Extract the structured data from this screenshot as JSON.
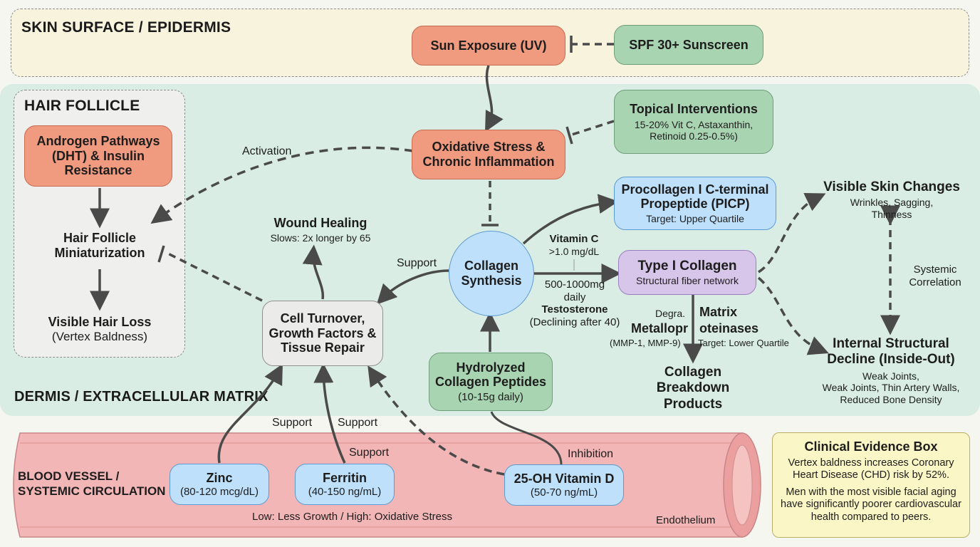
{
  "zones": {
    "epidermis": "SKIN SURFACE / EPIDERMIS",
    "hair_follicle": "HAIR FOLLICLE",
    "dermis": "DERMIS / EXTRACELLULAR MATRIX",
    "blood_vessel_line1": "BLOOD VESSEL /",
    "blood_vessel_line2": "SYSTEMIC CIRCULATION"
  },
  "nodes": {
    "sun": "Sun Exposure (UV)",
    "spf": "SPF 30+ Sunscreen",
    "topical_title": "Topical Interventions",
    "topical_line1": "15-20% Vit C, Astaxanthin,",
    "topical_line2": "Retinoid 0.25-0.5%)",
    "oxidative_line1": "Oxidative Stress &",
    "oxidative_line2": "Chronic Inflammation",
    "androgen_line1": "Androgen Pathways",
    "androgen_line2": "(DHT) & Insulin",
    "androgen_line3": "Resistance",
    "miniaturization_line1": "Hair Follicle",
    "miniaturization_line2": "Miniaturization",
    "hairloss_title": "Visible Hair Loss",
    "hairloss_sub": "(Vertex Baldness)",
    "picp_line1": "Procollagen I C-terminal",
    "picp_line2": "Propeptide (PICP)",
    "picp_sub": "Target: Upper Quartile",
    "visible_skin_title": "Visible Skin Changes",
    "visible_skin_line1": "Wrinkles, Sagging,",
    "visible_skin_line2": "Thinness",
    "wound_title": "Wound Healing",
    "wound_sub": "Slows: 2x longer by 65",
    "collagen_line1": "Collagen",
    "collagen_line2": "Synthesis",
    "vitc_title": "Vitamin C",
    "vitc_sub": ">1.0 mg/dL",
    "typei_title": "Type I Collagen",
    "typei_sub": "Structural fiber network",
    "systemic_line1": "Systemic",
    "systemic_line2": "Correlation",
    "cell_line1": "Cell Turnover,",
    "cell_line2": "Growth Factors &",
    "cell_line3": "Tissue Repair",
    "testo_dose_line1": "500-1000mg",
    "testo_dose_line2": "daily",
    "testo_title": "Testosterone",
    "testo_sub": "(Declining after 40)",
    "mmp_degra": "Degra.",
    "mmp_matrix": "Matrix",
    "mmp_metallopr": "Metallopr",
    "mmp_oteinases": "oteinases",
    "mmp_sub": "(MMP-1, MMP-9)",
    "mmp_target": "Target: Lower Quartile",
    "internal_line1": "Internal Structural",
    "internal_line2": "Decline (Inside-Out)",
    "internal_sub1": "Weak Joints,",
    "internal_sub2": "Weak Joints, Thin Artery Walls,",
    "internal_sub3": "Reduced Bone Density",
    "hydro_line1": "Hydrolyzed",
    "hydro_line2": "Collagen Peptides",
    "hydro_sub": "(10-15g daily)",
    "breakdown_line1": "Collagen",
    "breakdown_line2": "Breakdown",
    "breakdown_line3": "Products",
    "zinc_title": "Zinc",
    "zinc_sub": "(80-120 mcg/dL)",
    "ferritin_title": "Ferritin",
    "ferritin_sub": "(40-150 ng/mL)",
    "vitd_title": "25-OH Vitamin D",
    "vitd_sub": "(50-70 ng/mL)"
  },
  "labels": {
    "activation": "Activation",
    "support_collagen": "Support",
    "support_zinc": "Support",
    "support_ferritin_top": "Support",
    "support_ferritin": "Support",
    "inhibition": "Inhibition",
    "ferritin_note": "Low: Less Growth / High: Oxidative Stress",
    "endothelium": "Endothelium"
  },
  "evidence": {
    "title": "Clinical Evidence Box",
    "p1": "Vertex baldness increases Coronary Heart Disease (CHD) risk by 52%.",
    "p2": "Men with the most visible facial aging have significantly poorer cardiovascular health compared to peers."
  },
  "colors": {
    "epidermis_bg": "#f8f3dd",
    "dermis_bg": "#d9ede4",
    "hair_bg": "#efefed",
    "vessel_fill": "#f2b6b6",
    "arrow": "#4a4a4a"
  }
}
